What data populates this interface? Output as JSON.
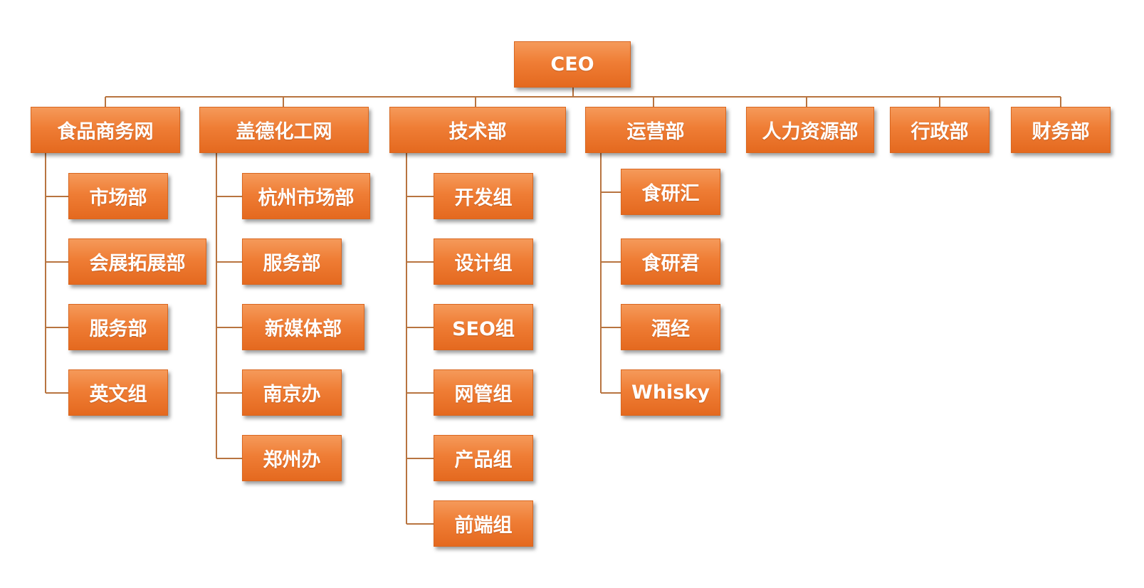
{
  "org_chart": {
    "root": "CEO",
    "departments": [
      {
        "name": "食品商务网",
        "children": [
          "市场部",
          "会展拓展部",
          "服务部",
          "英文组"
        ]
      },
      {
        "name": "盖德化工网",
        "children": [
          "杭州市场部",
          "服务部",
          "新媒体部",
          "南京办",
          "郑州办"
        ]
      },
      {
        "name": "技术部",
        "children": [
          "开发组",
          "设计组",
          "SEO组",
          "网管组",
          "产品组",
          "前端组"
        ]
      },
      {
        "name": "运营部",
        "children": [
          "食研汇",
          "食研君",
          "酒经",
          "Whisky"
        ]
      },
      {
        "name": "人力资源部",
        "children": []
      },
      {
        "name": "行政部",
        "children": []
      },
      {
        "name": "财务部",
        "children": []
      }
    ]
  },
  "colors": {
    "box_fill": "#ef7d35",
    "box_text": "#ffffff",
    "connector": "#b87440",
    "background": "#ffffff"
  }
}
